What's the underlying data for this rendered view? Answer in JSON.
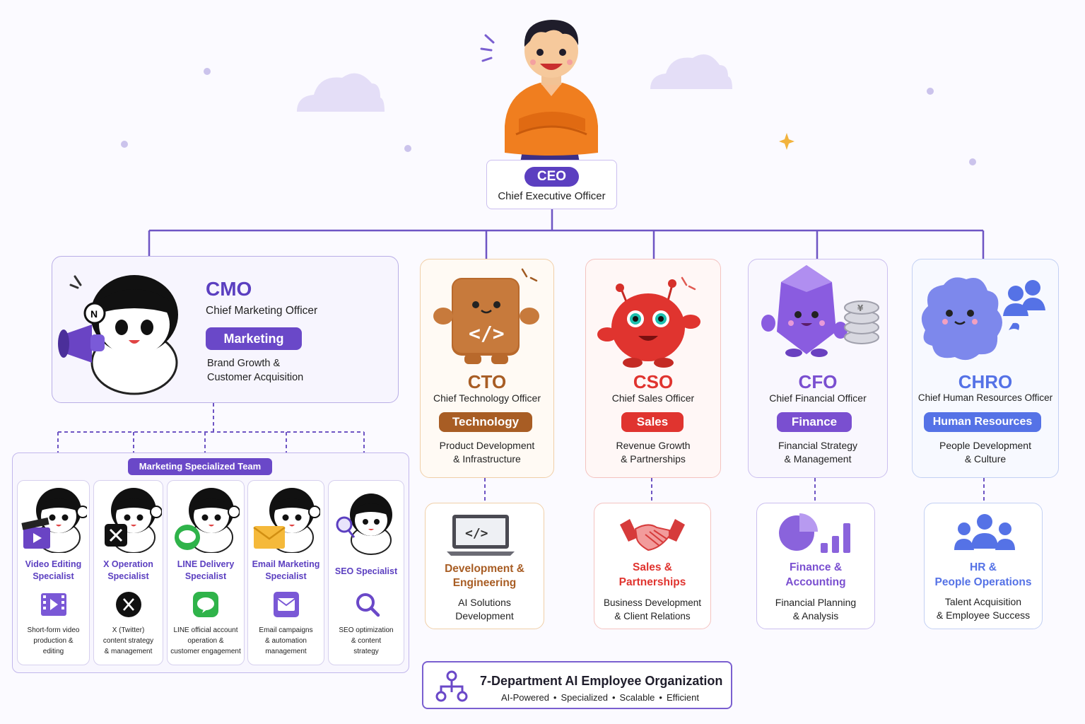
{
  "ceo": {
    "badge": "CEO",
    "title": "Chief Executive Officer"
  },
  "cmo": {
    "code": "CMO",
    "title": "Chief Marketing Officer",
    "dept": "Marketing",
    "desc_line1": "Brand Growth &",
    "desc_line2": "Customer Acquisition"
  },
  "team": {
    "label": "Marketing Specialized Team",
    "specialists": [
      {
        "name_line1": "Video Editing",
        "name_line2": "Specialist",
        "desc_line1": "Short-form video",
        "desc_line2": "production &",
        "desc_line3": "editing",
        "icon": "video-play-icon"
      },
      {
        "name_line1": "X Operation",
        "name_line2": "Specialist",
        "desc_line1": "X (Twitter)",
        "desc_line2": "content strategy",
        "desc_line3": "& management",
        "icon": "x-logo-icon"
      },
      {
        "name_line1": "LINE Delivery",
        "name_line2": "Specialist",
        "desc_line1": "LINE official account",
        "desc_line2": "operation &",
        "desc_line3": "customer engagement",
        "icon": "line-logo-icon"
      },
      {
        "name_line1": "Email Marketing",
        "name_line2": "Specialist",
        "desc_line1": "Email campaigns",
        "desc_line2": "& automation",
        "desc_line3": "management",
        "icon": "envelope-icon"
      },
      {
        "name_line1": "SEO Specialist",
        "name_line2": "",
        "desc_line1": "SEO optimization",
        "desc_line2": "& content",
        "desc_line3": "strategy",
        "icon": "magnifier-icon"
      }
    ]
  },
  "cto": {
    "code": "CTO",
    "title": "Chief Technology Officer",
    "dept": "Technology",
    "desc_line1": "Product Development",
    "desc_line2": "& Infrastructure",
    "sub_title_line1": "Development &",
    "sub_title_line2": "Engineering",
    "sub_desc_line1": "AI Solutions",
    "sub_desc_line2": "Development"
  },
  "cso": {
    "code": "CSO",
    "title": "Chief Sales Officer",
    "dept": "Sales",
    "desc_line1": "Revenue Growth",
    "desc_line2": "& Partnerships",
    "sub_title_line1": "Sales &",
    "sub_title_line2": "Partnerships",
    "sub_desc_line1": "Business Development",
    "sub_desc_line2": "& Client Relations"
  },
  "cfo": {
    "code": "CFO",
    "title": "Chief Financial Officer",
    "dept": "Finance",
    "desc_line1": "Financial Strategy",
    "desc_line2": "& Management",
    "sub_title_line1": "Finance &",
    "sub_title_line2": "Accounting",
    "sub_desc_line1": "Financial Planning",
    "sub_desc_line2": "& Analysis",
    "coin_symbol": "¥"
  },
  "chro": {
    "code": "CHRO",
    "title": "Chief Human Resources Officer",
    "dept": "Human Resources",
    "desc_line1": "People Development",
    "desc_line2": "& Culture",
    "sub_title_line1": "HR &",
    "sub_title_line2": "People Operations",
    "sub_desc_line1": "Talent Acquisition",
    "sub_desc_line2": "& Employee Success"
  },
  "footer": {
    "title": "7-Department AI Employee Organization",
    "tags": [
      "AI-Powered",
      "Specialized",
      "Scalable",
      "Efficient"
    ]
  },
  "colors": {
    "purple": "#5b3fc0",
    "marketing_pill": "#6a48c8",
    "brown": "#a85d24",
    "red": "#e0342f",
    "violet": "#7a4fd0",
    "blue": "#5572e6",
    "line": "#7056c4"
  }
}
